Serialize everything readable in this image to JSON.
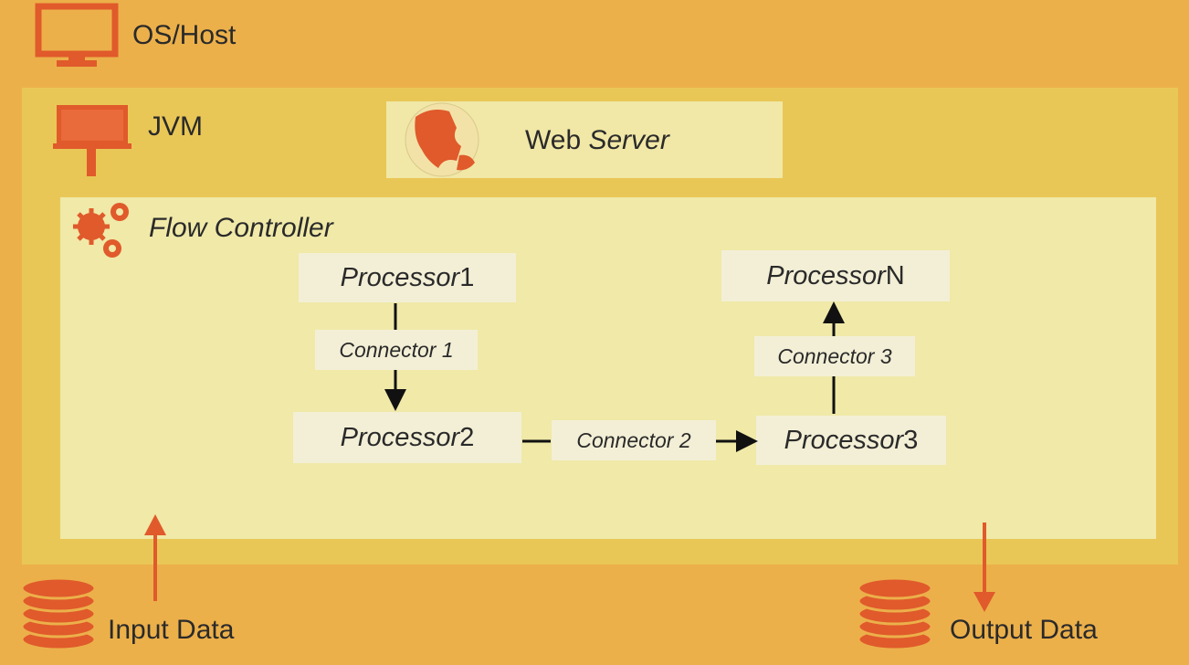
{
  "layers": {
    "host": "OS/Host",
    "jvm": "JVM",
    "web_server": {
      "italic_part": "Server",
      "plain_part": "Web "
    },
    "flow_controller": "Flow Controller"
  },
  "processors": [
    {
      "name": "Processor",
      "suffix": " 1"
    },
    {
      "name": "Processor",
      "suffix": " 2"
    },
    {
      "name": "Processor",
      "suffix": " 3"
    },
    {
      "name": "Processor",
      "suffix": " N"
    }
  ],
  "connectors": [
    "Connector 1",
    "Connector 2",
    "Connector 3"
  ],
  "io": {
    "input": "Input Data",
    "output": "Output Data"
  },
  "colors": {
    "background": "#ecb04a",
    "jvm": "#e9c756",
    "flow": "#f0e9a8",
    "accent": "#e05a2b"
  },
  "icons": [
    "monitor-icon",
    "laptop-icon",
    "globe-icon",
    "gears-icon",
    "database-icon"
  ]
}
